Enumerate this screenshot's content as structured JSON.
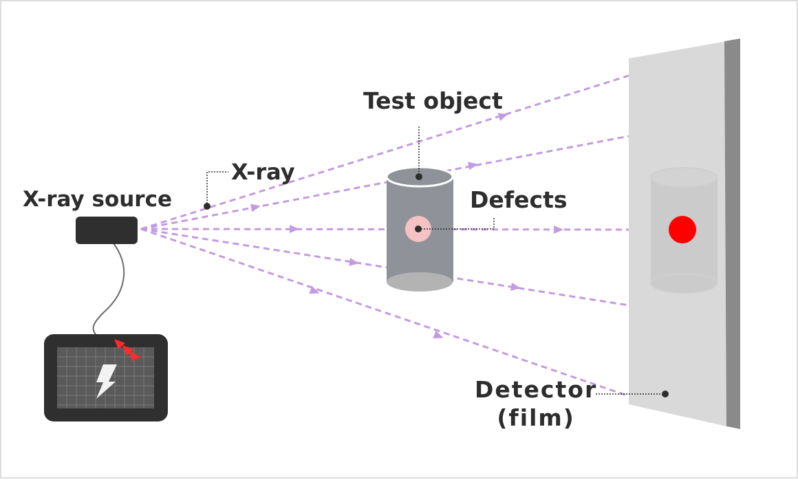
{
  "labels": {
    "xray_source": "X-ray source",
    "xray": "X-ray",
    "test_object": "Test object",
    "defects": "Defects",
    "detector_line1": "Detector",
    "detector_line2": "(film)"
  },
  "colors": {
    "ray": "#c39be0",
    "source_body": "#2f2f2f",
    "cylinder": "#8f9399",
    "defect_ring": "#f4c2c2",
    "detector_face": "#d9d9d9",
    "detector_edge": "#8a8a8a",
    "defect_image": "#ff0000",
    "warning_arrows": "#ff2a2a",
    "label_text": "#2d2d2d"
  },
  "icons": {
    "power_supply": "lightning-bolt-icon",
    "emission_indicator": "red-arrows-icon"
  }
}
